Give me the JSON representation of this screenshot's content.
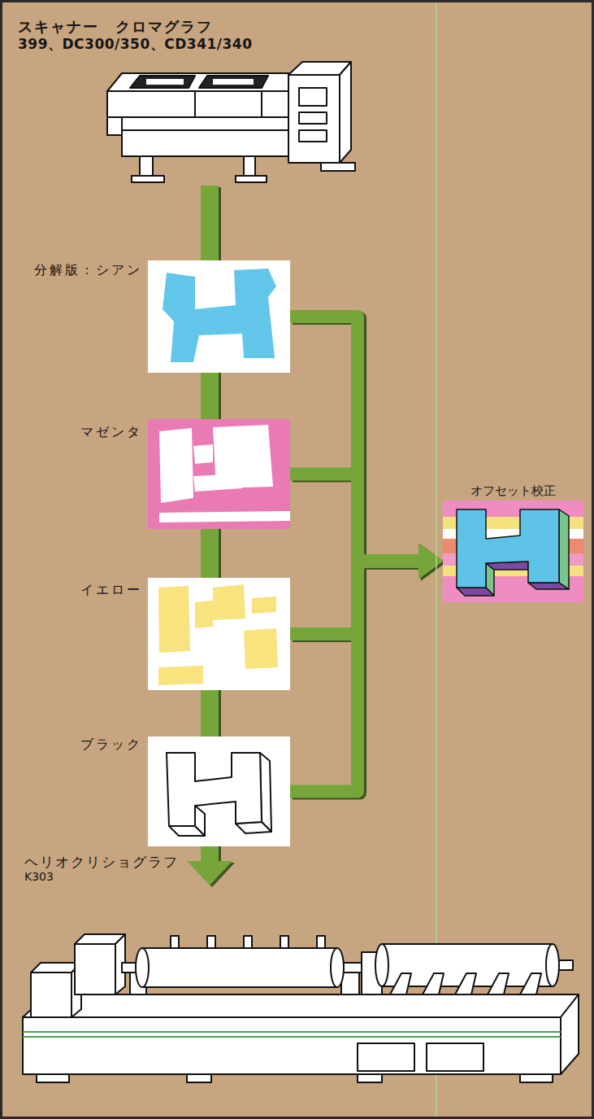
{
  "diagram": {
    "nodes": [
      {
        "text": [
          "スキャナー　クロマグラフ",
          "399、DC300/350、CD341/340"
        ]
      },
      {
        "text": [
          "分解版：シアン"
        ]
      },
      {
        "text": [
          "マゼンタ"
        ]
      },
      {
        "text": [
          "イエロー"
        ]
      },
      {
        "text": [
          "ブラック"
        ]
      },
      {
        "text": [
          "オフセット校正"
        ]
      },
      {
        "text": [
          "ヘリオクリショグラフ",
          "K303"
        ]
      }
    ],
    "edges": [
      {
        "from": 0,
        "to": 6,
        "arrow": "to"
      },
      {
        "from": 1,
        "to": 5,
        "arrow": "to"
      },
      {
        "from": 2,
        "to": 5,
        "arrow": "to"
      },
      {
        "from": 3,
        "to": 5,
        "arrow": "to"
      },
      {
        "from": 4,
        "to": 5,
        "arrow": "to"
      }
    ]
  }
}
